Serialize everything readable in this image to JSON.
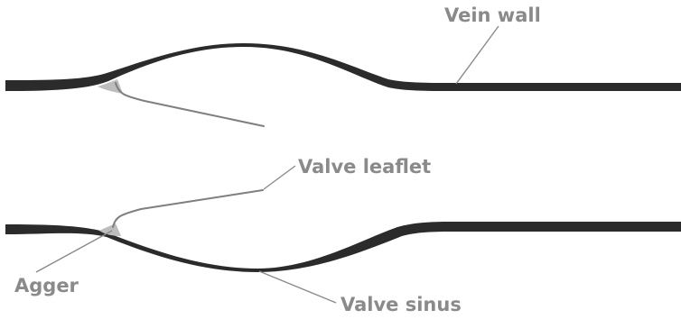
{
  "labels": {
    "vein_wall": "Vein wall",
    "valve_leaflet": "Valve leaflet",
    "agger": "Agger",
    "valve_sinus": "Valve sinus"
  },
  "colors": {
    "wall": "#2b2b2b",
    "label": "#8a8a8a",
    "leaflet": "#7f7f7f",
    "agger": "#bdbdbd",
    "background": "#ffffff"
  }
}
